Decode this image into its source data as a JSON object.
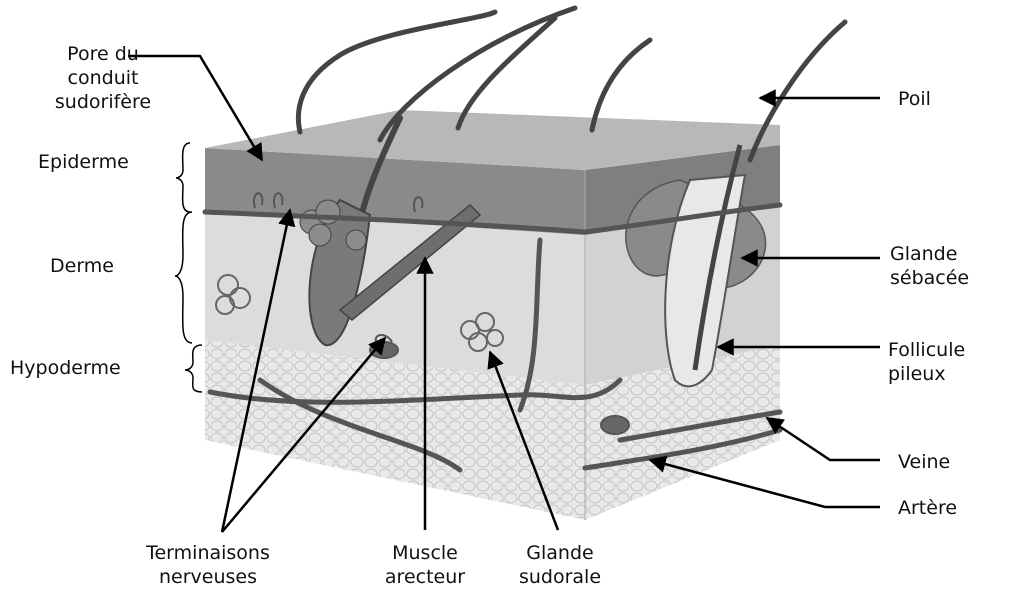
{
  "labels": {
    "pore": "Pore du\nconduit\nsudorifère",
    "epiderme": "Epiderme",
    "derme": "Derme",
    "hypoderme": "Hypoderme",
    "poil": "Poil",
    "glande_sebacee": "Glande\nsébacée",
    "follicule": "Follicule\npileux",
    "veine": "Veine",
    "artere": "Artère",
    "terminaisons": "Terminaisons\nnerveuses",
    "muscle": "Muscle\narecteur",
    "glande_sudorale": "Glande\nsudorale"
  }
}
